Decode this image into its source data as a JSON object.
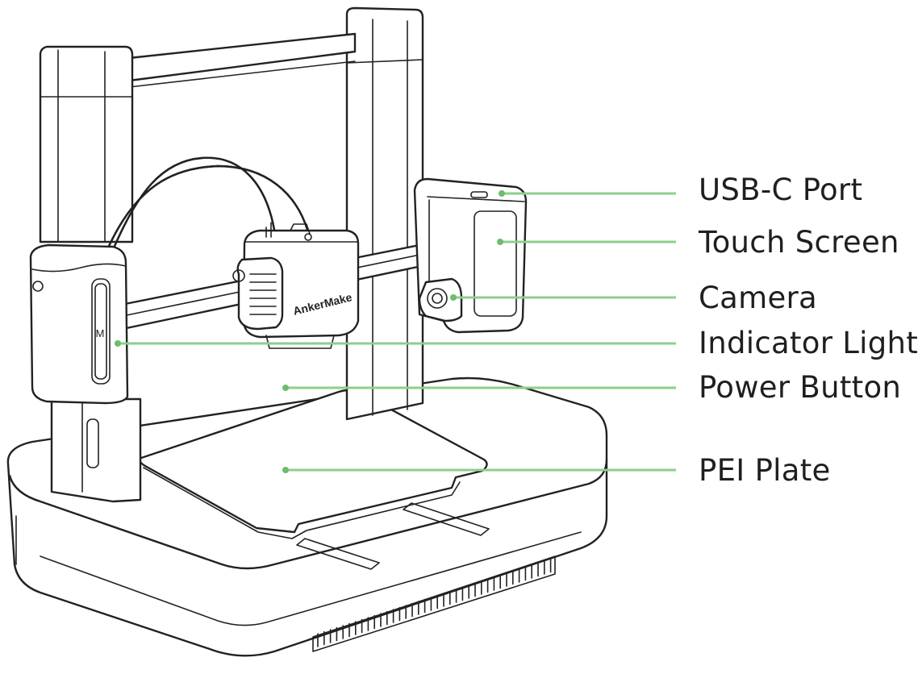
{
  "diagram": {
    "brand_text": "AnkerMake",
    "button_glyph": "M",
    "accent_color": "#8ccf8c",
    "line_color": "#222222",
    "callouts": [
      {
        "id": "usb-c-port",
        "label": "USB-C Port"
      },
      {
        "id": "touch-screen",
        "label": "Touch Screen"
      },
      {
        "id": "camera",
        "label": "Camera"
      },
      {
        "id": "indicator-light",
        "label": "Indicator Light"
      },
      {
        "id": "power-button",
        "label": "Power Button"
      },
      {
        "id": "pei-plate",
        "label": "PEI Plate"
      }
    ]
  }
}
